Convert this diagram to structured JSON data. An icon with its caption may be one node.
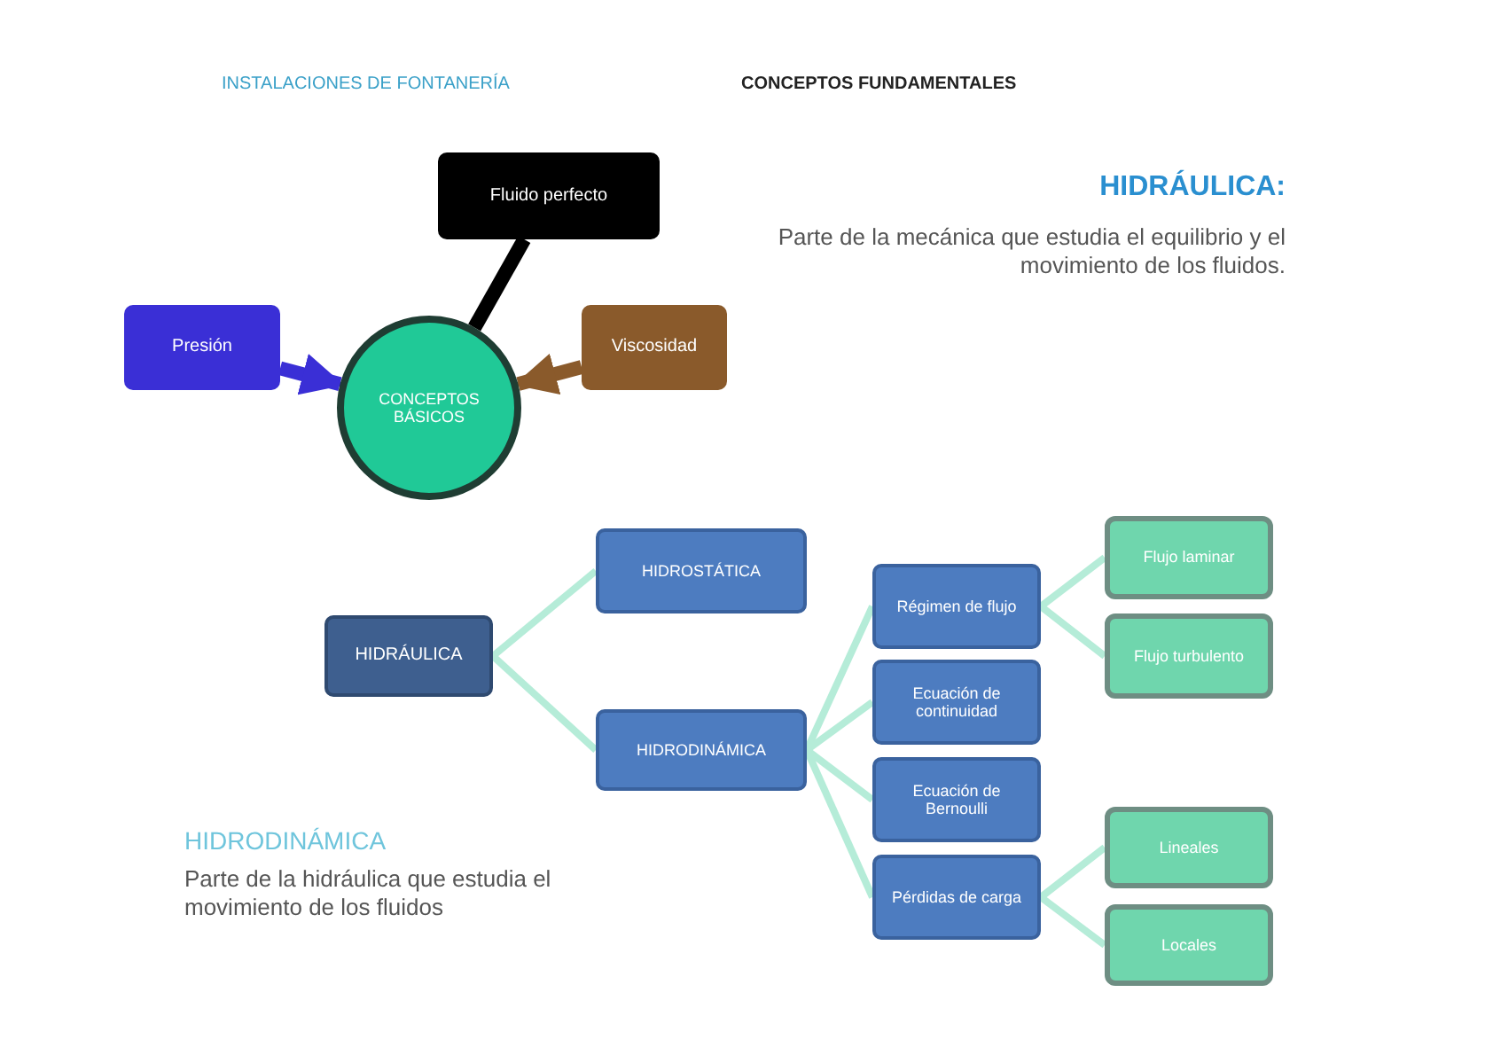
{
  "diagram": {
    "nodes": [
      {
        "text": [
          "Fluido perfecto"
        ]
      },
      {
        "text": [
          "Presión"
        ]
      },
      {
        "text": [
          "CONCEPTOS BÁSICOS"
        ]
      },
      {
        "text": [
          "Viscosidad"
        ]
      },
      {
        "text": [
          "HIDRÁULICA"
        ]
      },
      {
        "text": [
          "HIDROSTÁTICA"
        ]
      },
      {
        "text": [
          "HIDRODINÁMICA"
        ]
      },
      {
        "text": [
          "Régimen de flujo"
        ]
      },
      {
        "text": [
          "Ecuación de continuidad"
        ]
      },
      {
        "text": [
          "Ecuación de Bernoulli"
        ]
      },
      {
        "text": [
          "Pérdidas de carga"
        ]
      },
      {
        "text": [
          "Flujo laminar"
        ]
      },
      {
        "text": [
          "Flujo turbulento"
        ]
      },
      {
        "text": [
          "Lineales"
        ]
      },
      {
        "text": [
          "Locales"
        ]
      }
    ],
    "edges": [
      {
        "from": 0,
        "to": 2,
        "arrow": "none",
        "style": "thick",
        "color": "#000000"
      },
      {
        "from": 1,
        "to": 2,
        "arrow": "to",
        "style": "thick",
        "color": "#3a2fd6"
      },
      {
        "from": 3,
        "to": 2,
        "arrow": "to",
        "style": "thick",
        "color": "#8a5a2b"
      },
      {
        "from": 4,
        "to": 5,
        "arrow": "none"
      },
      {
        "from": 4,
        "to": 6,
        "arrow": "none"
      },
      {
        "from": 6,
        "to": 7,
        "arrow": "none"
      },
      {
        "from": 6,
        "to": 8,
        "arrow": "none"
      },
      {
        "from": 6,
        "to": 9,
        "arrow": "none"
      },
      {
        "from": 6,
        "to": 10,
        "arrow": "none"
      },
      {
        "from": 7,
        "to": 11,
        "arrow": "none"
      },
      {
        "from": 7,
        "to": 12,
        "arrow": "none"
      },
      {
        "from": 10,
        "to": 13,
        "arrow": "none"
      },
      {
        "from": 10,
        "to": 14,
        "arrow": "none"
      }
    ],
    "labels": [
      "INSTALACIONES DE FONTANERÍA",
      "CONCEPTOS FUNDAMENTALES",
      "HIDRÁULICA:",
      "Parte de la mecánica que estudia el equilibrio y el movimiento de los fluidos.",
      "HIDRODINÁMICA",
      "Parte de la hidráulica que estudia el movimiento de los fluidos"
    ]
  }
}
